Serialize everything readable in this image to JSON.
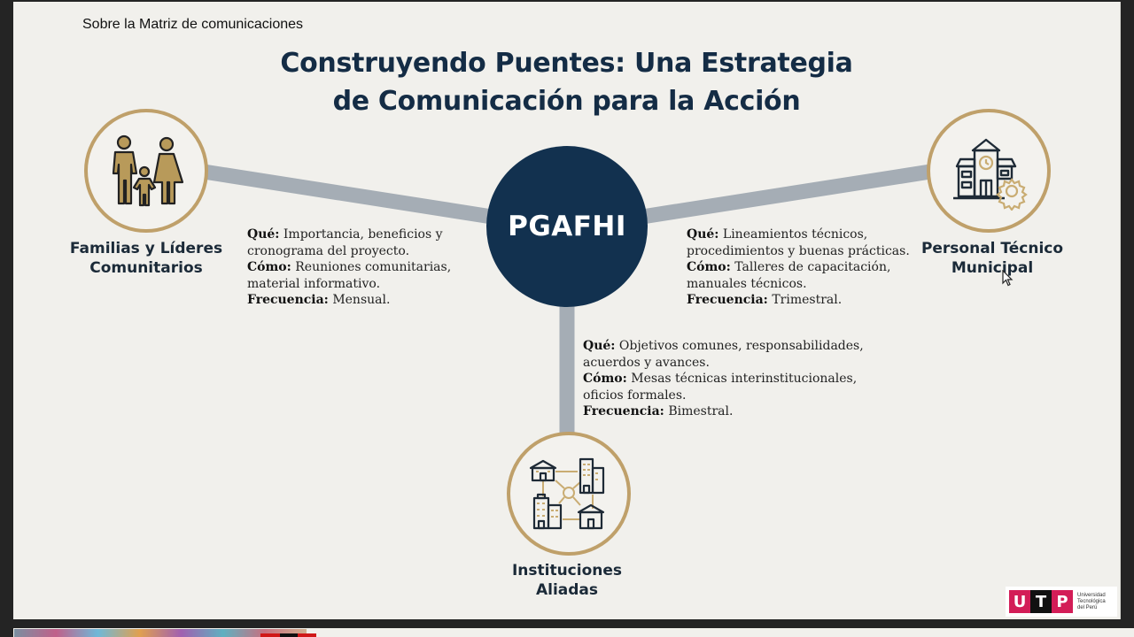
{
  "header": {
    "text": "Sobre la Matriz de comunicaciones"
  },
  "slide": {
    "title_line1": "Construyendo Puentes: Una Estrategia",
    "title_line2": "de Comunicación para la Acción",
    "hub": {
      "label": "PGAFHI",
      "color": "#12314f"
    },
    "colors": {
      "ring": "#bfa06a",
      "connector": "#a5adb5",
      "title": "#142c45",
      "background": "#f1f0ec"
    },
    "nodes": [
      {
        "id": "familias",
        "icon": "family-icon",
        "label_line1": "Familias y Líderes",
        "label_line2": "Comunitarios",
        "que_label": "Qué:",
        "que_line1": "Importancia, beneficios y",
        "que_line2": "cronograma del proyecto.",
        "como_label": "Cómo:",
        "como_line1": "Reuniones comunitarias,",
        "como_line2": "material informativo.",
        "frecuencia_label": "Frecuencia:",
        "frecuencia": "Mensual."
      },
      {
        "id": "personal",
        "icon": "municipal-building-gear-icon",
        "label_line1": "Personal Técnico",
        "label_line2": "Municipal",
        "que_label": "Qué:",
        "que_line1": "Lineamientos técnicos,",
        "que_line2": "procedimientos y buenas prácticas.",
        "como_label": "Cómo:",
        "como_line1": "Talleres de capacitación,",
        "como_line2": "manuales técnicos.",
        "frecuencia_label": "Frecuencia:",
        "frecuencia": "Trimestral."
      },
      {
        "id": "instituciones",
        "icon": "institutions-network-icon",
        "label_line1": "Instituciones",
        "label_line2": "Aliadas",
        "que_label": "Qué:",
        "que_line1": "Objetivos comunes, responsabilidades,",
        "que_line2": "acuerdos y avances.",
        "como_label": "Cómo:",
        "como_line1": "Mesas técnicas interinstitucionales,",
        "como_line2": "oficios formales.",
        "frecuencia_label": "Frecuencia:",
        "frecuencia": "Bimestral."
      }
    ]
  },
  "logo": {
    "letters": [
      "U",
      "T",
      "P"
    ],
    "text_line1": "Universidad",
    "text_line2": "Tecnológica",
    "text_line3": "del Perú",
    "accent": "#d31d57"
  }
}
